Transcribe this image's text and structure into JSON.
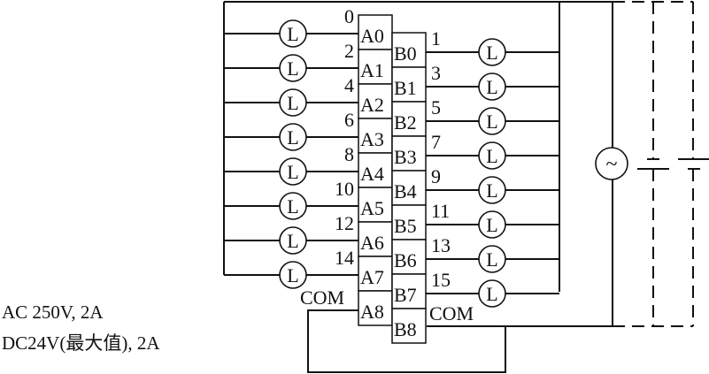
{
  "diagram": {
    "title": "Relay output wiring diagram",
    "lamp_symbol": "L",
    "ac_source_symbol": "~",
    "terminals_a": [
      "A0",
      "A1",
      "A2",
      "A3",
      "A4",
      "A5",
      "A6",
      "A7",
      "A8"
    ],
    "terminals_b": [
      "B0",
      "B1",
      "B2",
      "B3",
      "B4",
      "B5",
      "B6",
      "B7",
      "B8"
    ],
    "outputs_a": [
      "0",
      "2",
      "4",
      "6",
      "8",
      "10",
      "12",
      "14"
    ],
    "outputs_b": [
      "1",
      "3",
      "5",
      "7",
      "9",
      "11",
      "13",
      "15"
    ],
    "com_a_label": "COM",
    "com_b_label": "COM",
    "rating_ac": "AC 250V, 2A",
    "rating_dc": "DC24V(最大值), 2A"
  }
}
